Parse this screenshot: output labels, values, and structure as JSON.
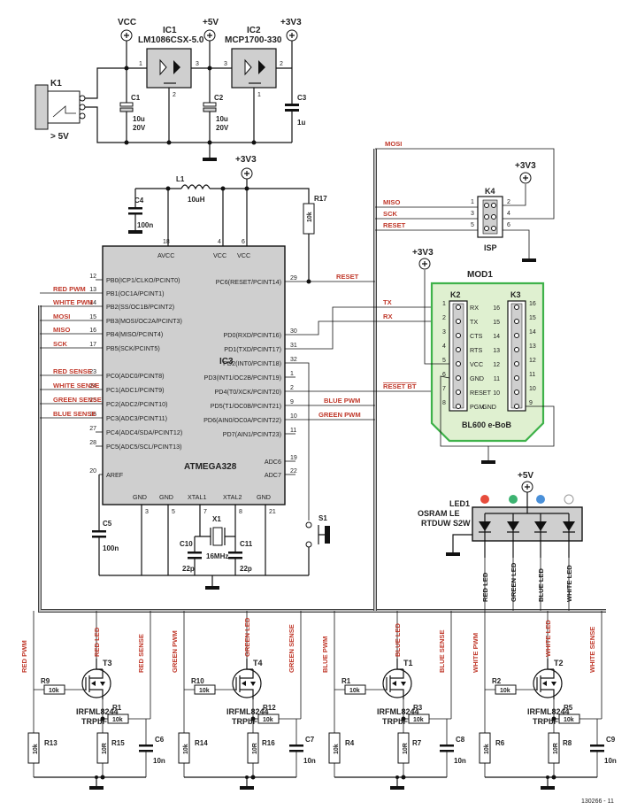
{
  "rails": {
    "vcc": "VCC",
    "p5v": "+5V",
    "p3v3": "+3V3"
  },
  "connector_k1": {
    "ref": "K1",
    "note": "> 5V"
  },
  "ic1": {
    "ref": "IC1",
    "part": "LM1086CSX-5.0",
    "pin_in": "1",
    "pin_out": "3",
    "pin_gnd": "2"
  },
  "ic2": {
    "ref": "IC2",
    "part": "MCP1700-330",
    "pin_in": "3",
    "pin_out": "2",
    "pin_gnd": "1"
  },
  "c1": {
    "ref": "C1",
    "val1": "10u",
    "val2": "20V"
  },
  "c2": {
    "ref": "C2",
    "val1": "10u",
    "val2": "20V"
  },
  "c3": {
    "ref": "C3",
    "val1": "1u"
  },
  "l1": {
    "ref": "L1",
    "val": "10uH"
  },
  "c4": {
    "ref": "C4",
    "val": "100n"
  },
  "r17": {
    "ref": "R17",
    "val": "10k"
  },
  "c5": {
    "ref": "C5",
    "val": "100n"
  },
  "c10": {
    "ref": "C10",
    "val": "22p"
  },
  "c11": {
    "ref": "C11",
    "val": "22p"
  },
  "x1": {
    "ref": "X1",
    "val": "16MHz"
  },
  "s1": {
    "ref": "S1"
  },
  "ic3": {
    "ref": "IC3",
    "part": "ATMEGA328",
    "top_pins": [
      {
        "name": "AVCC",
        "num": "18"
      },
      {
        "name": "VCC",
        "num": "4"
      },
      {
        "name": "VCC",
        "num": "6"
      }
    ],
    "left_pins": [
      {
        "num": "12",
        "name": "PB0(ICP1/CLKO/PCINT0)"
      },
      {
        "num": "13",
        "name": "PB1(OC1A/PCINT1)"
      },
      {
        "num": "14",
        "name": "PB2(SS/OC1B/PCINT2)"
      },
      {
        "num": "15",
        "name": "PB3(MOSI/OC2A/PCINT3)"
      },
      {
        "num": "16",
        "name": "PB4(MISO/PCINT4)"
      },
      {
        "num": "17",
        "name": "PB5(SCK/PCINT5)"
      },
      {
        "num": "23",
        "name": "PC0(ADC0/PCINT8)"
      },
      {
        "num": "24",
        "name": "PC1(ADC1/PCINT9)"
      },
      {
        "num": "25",
        "name": "PC2(ADC2/PCINT10)"
      },
      {
        "num": "26",
        "name": "PC3(ADC3/PCINT11)"
      },
      {
        "num": "27",
        "name": "PC4(ADC4/SDA/PCINT12)"
      },
      {
        "num": "28",
        "name": "PC5(ADC5/SCL/PCINT13)"
      },
      {
        "num": "20",
        "name": "AREF"
      }
    ],
    "right_pins": [
      {
        "num": "29",
        "name": "PC6(RESET/PCINT14)"
      },
      {
        "num": "30",
        "name": "PD0(RXD/PCINT16)"
      },
      {
        "num": "31",
        "name": "PD1(TXD/PCINT17)"
      },
      {
        "num": "32",
        "name": "PD2(INT0/PCINT18)"
      },
      {
        "num": "1",
        "name": "PD3(INT1/OC2B/PCINT19)"
      },
      {
        "num": "2",
        "name": "PD4(T0/XCK/PCINT20)"
      },
      {
        "num": "9",
        "name": "PD5(T1/OC0B/PCINT21)"
      },
      {
        "num": "10",
        "name": "PD6(AIN0/OC0A/PCINT22)"
      },
      {
        "num": "11",
        "name": "PD7(AIN1/PCINT23)"
      },
      {
        "num": "19",
        "name": "ADC6"
      },
      {
        "num": "22",
        "name": "ADC7"
      }
    ],
    "bottom_pins": [
      {
        "name": "GND",
        "num": "3"
      },
      {
        "name": "GND",
        "num": "5"
      },
      {
        "name": "XTAL1",
        "num": "7"
      },
      {
        "name": "XTAL2",
        "num": "8"
      },
      {
        "name": "GND",
        "num": "21"
      }
    ]
  },
  "nets_left": [
    "RED PWM",
    "WHITE PWM",
    "MOSI",
    "MISO",
    "SCK",
    "RED SENSE",
    "WHITE SENSE",
    "GREEN SENSE",
    "BLUE SENSE"
  ],
  "nets_right": {
    "reset": "RESET",
    "blue_pwm": "BLUE PWM",
    "green_pwm": "GREEN PWM",
    "tx": "TX",
    "rx": "RX",
    "reset_bt": "RESET BT",
    "mosi": "MOSI",
    "miso": "MISO",
    "sck": "SCK",
    "isp_reset": "RESET"
  },
  "k4": {
    "ref": "K4",
    "name": "ISP",
    "pins": [
      "1",
      "2",
      "3",
      "4",
      "5",
      "6"
    ]
  },
  "mod1": {
    "ref": "MOD1",
    "name": "BL600 e-BoB",
    "k2": {
      "ref": "K2",
      "pins": [
        {
          "num": "1",
          "name": "RX"
        },
        {
          "num": "2",
          "name": "TX"
        },
        {
          "num": "3",
          "name": "CTS"
        },
        {
          "num": "4",
          "name": "RTS"
        },
        {
          "num": "5",
          "name": "VCC"
        },
        {
          "num": "6",
          "name": "GND"
        },
        {
          "num": "7",
          "name": "RESET"
        },
        {
          "num": "8",
          "name": "PGM"
        }
      ]
    },
    "k3": {
      "ref": "K3",
      "pins": [
        {
          "num": "16"
        },
        {
          "num": "15"
        },
        {
          "num": "14"
        },
        {
          "num": "13"
        },
        {
          "num": "12"
        },
        {
          "num": "11"
        },
        {
          "num": "10"
        },
        {
          "num": "9",
          "name": "GND"
        }
      ]
    }
  },
  "led1": {
    "ref": "LED1",
    "part1": "OSRAM LE",
    "part2": "RTDUW S2W",
    "dot_colors": [
      "#e74c3c",
      "#3cb371",
      "#4a90d9",
      "#ffffff"
    ],
    "outputs": [
      "RED LED",
      "GREEN LED",
      "BLUE LED",
      "WHITE LED"
    ]
  },
  "drivers": [
    {
      "pwm": "RED PWM",
      "led": "RED LED",
      "sense": "RED SENSE",
      "t": "T3",
      "rg": "R9",
      "rgv": "10k",
      "rs": "R1",
      "rsv": "10k",
      "rb": "R13",
      "rbv": "10k",
      "rm": "R15",
      "rmv": "10R",
      "c": "C6",
      "cv": "10n",
      "part1": "IRFML8244",
      "part2": "TRPbF"
    },
    {
      "pwm": "GREEN PWM",
      "led": "GREEN LED",
      "sense": "GREEN SENSE",
      "t": "T4",
      "rg": "R10",
      "rgv": "10k",
      "rs": "R12",
      "rsv": "10k",
      "rb": "R14",
      "rbv": "10k",
      "rm": "R16",
      "rmv": "10R",
      "c": "C7",
      "cv": "10n",
      "part1": "IRFML8244",
      "part2": "TRPbF"
    },
    {
      "pwm": "BLUE PWM",
      "led": "BLUE LED",
      "sense": "BLUE SENSE",
      "t": "T1",
      "rg": "R1",
      "rgv": "10k",
      "rs": "R3",
      "rsv": "10k",
      "rb": "R4",
      "rbv": "10k",
      "rm": "R7",
      "rmv": "10R",
      "c": "C8",
      "cv": "10n",
      "part1": "IRFML8244",
      "part2": "TRPbF"
    },
    {
      "pwm": "WHITE PWM",
      "led": "WHITE LED",
      "sense": "WHITE SENSE",
      "t": "T2",
      "rg": "R2",
      "rgv": "10k",
      "rs": "R5",
      "rsv": "10k",
      "rb": "R6",
      "rbv": "10k",
      "rm": "R8",
      "rmv": "10R",
      "c": "C9",
      "cv": "10n",
      "part1": "IRFML8244",
      "part2": "TRPbF"
    }
  ],
  "footer": "130266 - 11"
}
